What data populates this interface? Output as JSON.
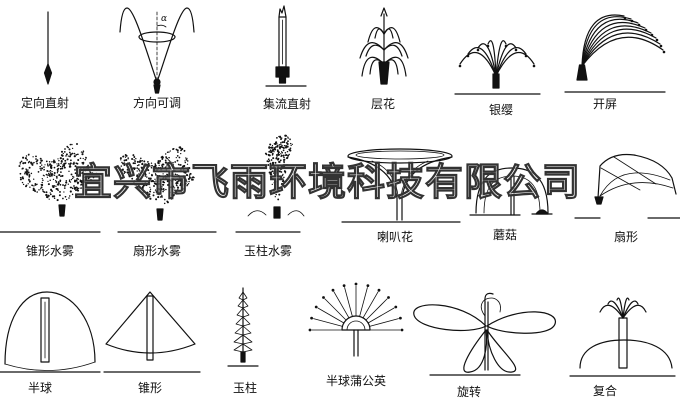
{
  "colors": {
    "ink": "#111111",
    "paper": "#ffffff",
    "watermark_stroke": "#333333"
  },
  "watermark": "宜兴市飞雨环境科技有限公司",
  "angle_symbol": "α",
  "nozzles": [
    {
      "label": "定向直射"
    },
    {
      "label": "方向可调"
    },
    {
      "label": "集流直射"
    },
    {
      "label": "层花"
    },
    {
      "label": "银缨"
    },
    {
      "label": "开屏"
    },
    {
      "label": "锥形水雾"
    },
    {
      "label": "扇形水雾"
    },
    {
      "label": "玉柱水雾"
    },
    {
      "label": "喇叭花"
    },
    {
      "label": "蘑菇"
    },
    {
      "label": "扇形"
    },
    {
      "label": "半球"
    },
    {
      "label": "锥形"
    },
    {
      "label": "玉柱"
    },
    {
      "label": "半球蒲公英"
    },
    {
      "label": "旋转"
    },
    {
      "label": "复合"
    }
  ]
}
